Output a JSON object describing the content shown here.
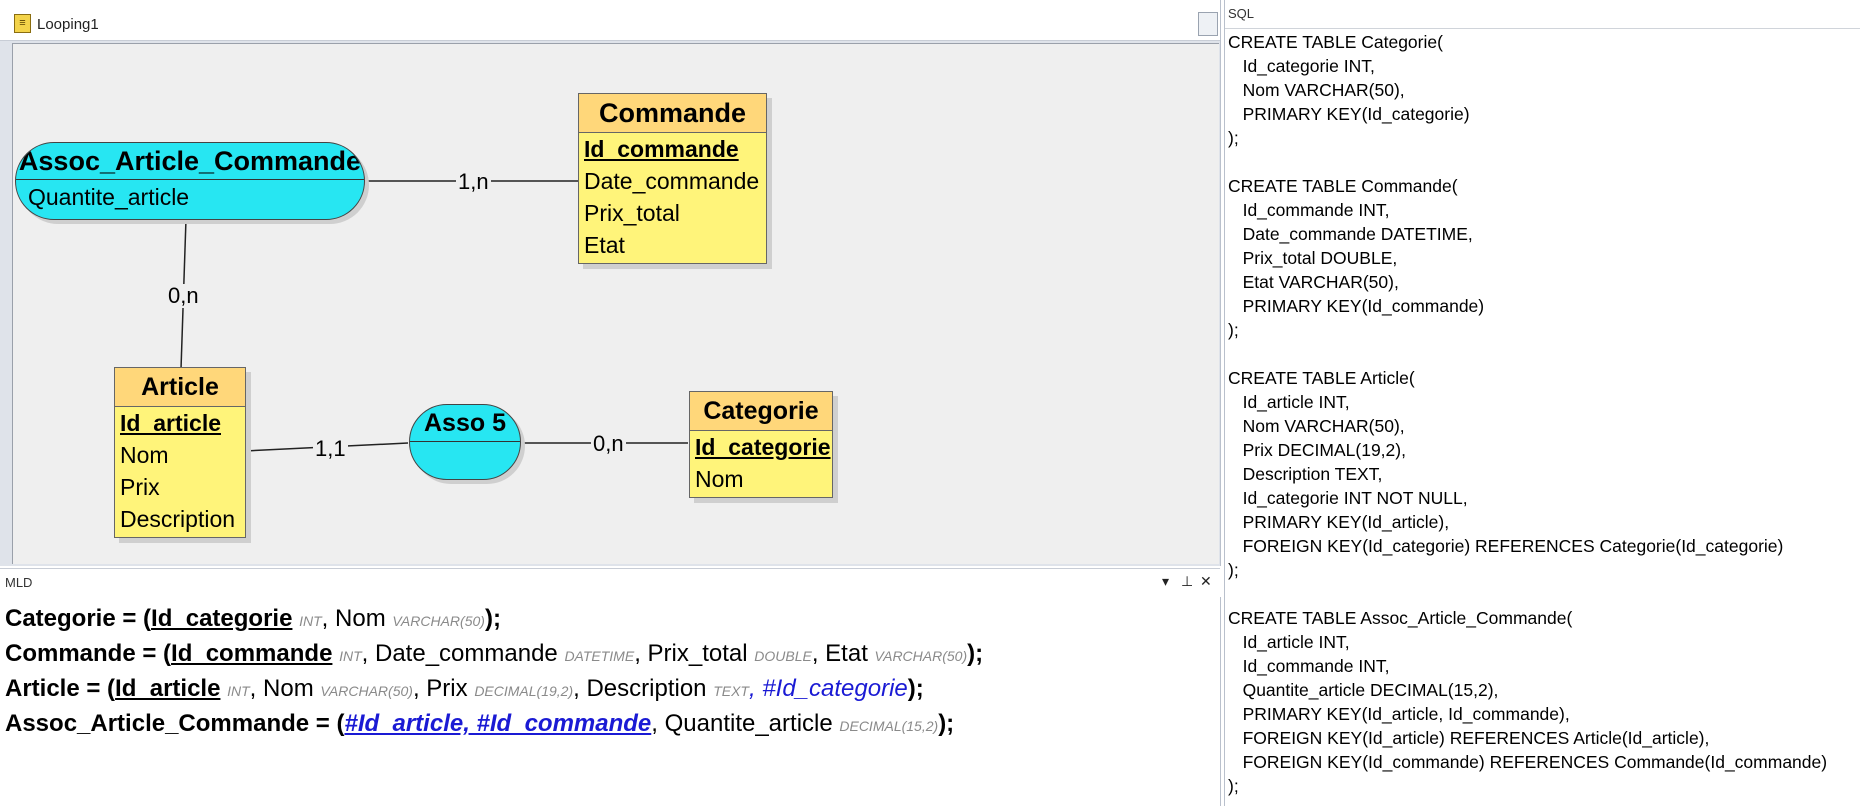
{
  "diagram": {
    "title": "Looping1",
    "entities": [
      {
        "id": "commande",
        "name": "Commande",
        "key": "Id_commande",
        "attrs": [
          "Date_commande",
          "Prix_total",
          "Etat"
        ]
      },
      {
        "id": "article",
        "name": "Article",
        "key": "Id_article",
        "attrs": [
          "Nom",
          "Prix",
          "Description"
        ]
      },
      {
        "id": "categorie",
        "name": "Categorie",
        "key": "Id_categorie",
        "attrs": [
          "Nom"
        ]
      }
    ],
    "associations": [
      {
        "id": "assoc-article-commande",
        "name": "Assoc_Article_Commande",
        "attr": "Quantite_article"
      },
      {
        "id": "asso5",
        "name": "Asso 5"
      }
    ],
    "cardinalities": {
      "assoc_commande": "1,n",
      "assoc_article": "0,n",
      "article_asso5": "1,1",
      "asso5_categorie": "0,n"
    }
  },
  "mld": {
    "title": "MLD",
    "controls": {
      "dropdown": "▾",
      "pin": "⊥",
      "close": "✕"
    },
    "categorie": {
      "table": "Categorie",
      "pk": "Id_categorie",
      "pk_type": "INT",
      "nom": "Nom",
      "nom_type": "VARCHAR(50)"
    },
    "commande": {
      "table": "Commande",
      "pk": "Id_commande",
      "pk_type": "INT",
      "date": "Date_commande",
      "date_type": "DATETIME",
      "prix": "Prix_total",
      "prix_type": "DOUBLE",
      "etat": "Etat",
      "etat_type": "VARCHAR(50)"
    },
    "article": {
      "table": "Article",
      "pk": "Id_article",
      "pk_type": "INT",
      "nom": "Nom",
      "nom_type": "VARCHAR(50)",
      "prix": "Prix",
      "prix_type": "DECIMAL(19,2)",
      "desc": "Description",
      "desc_type": "TEXT",
      "fk": "#Id_categorie"
    },
    "assoc": {
      "table": "Assoc_Article_Commande",
      "fk_pk": "#Id_article, #Id_commande",
      "qte": "Quantite_article",
      "qte_type": "DECIMAL(15,2)"
    }
  },
  "sql": {
    "title": "SQL",
    "code": "CREATE TABLE Categorie(\n   Id_categorie INT,\n   Nom VARCHAR(50),\n   PRIMARY KEY(Id_categorie)\n);\n\nCREATE TABLE Commande(\n   Id_commande INT,\n   Date_commande DATETIME,\n   Prix_total DOUBLE,\n   Etat VARCHAR(50),\n   PRIMARY KEY(Id_commande)\n);\n\nCREATE TABLE Article(\n   Id_article INT,\n   Nom VARCHAR(50),\n   Prix DECIMAL(19,2),\n   Description TEXT,\n   Id_categorie INT NOT NULL,\n   PRIMARY KEY(Id_article),\n   FOREIGN KEY(Id_categorie) REFERENCES Categorie(Id_categorie)\n);\n\nCREATE TABLE Assoc_Article_Commande(\n   Id_article INT,\n   Id_commande INT,\n   Quantite_article DECIMAL(15,2),\n   PRIMARY KEY(Id_article, Id_commande),\n   FOREIGN KEY(Id_article) REFERENCES Article(Id_article),\n   FOREIGN KEY(Id_commande) REFERENCES Commande(Id_commande)\n);"
  }
}
